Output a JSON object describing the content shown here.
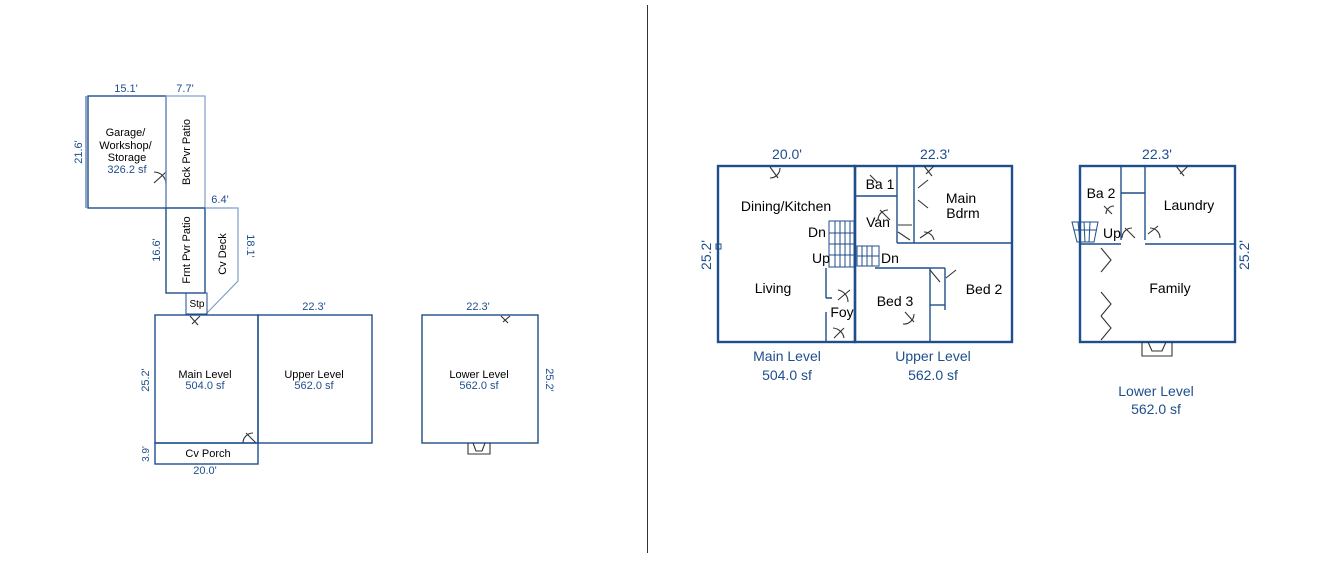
{
  "site_plan": {
    "garage_label": [
      "Garage/",
      "Workshop/",
      "Storage"
    ],
    "garage_area": "326.2 sf",
    "garage_width": "15.1'",
    "garage_depth": "21.6'",
    "bck_patio_label": "Bck Pvr Patio",
    "bck_patio_width": "7.7'",
    "frnt_patio_label": "Frnt Pvr Patio",
    "frnt_patio_depth": "16.6'",
    "cv_deck_label": "Cv Deck",
    "cv_deck_width": "6.4'",
    "cv_deck_depth": "18.1'",
    "stp_label": "Stp",
    "main_label": "Main Level",
    "main_area": "504.0 sf",
    "main_depth": "25.2'",
    "upper_label": "Upper Level",
    "upper_area": "562.0 sf",
    "upper_width": "22.3'",
    "cv_porch_label": "Cv Porch",
    "cv_porch_depth": "3.9'",
    "cv_porch_width": "20.0'",
    "lower_label": "Lower Level",
    "lower_area": "562.0 sf",
    "lower_width": "22.3'",
    "lower_depth": "25.2'"
  },
  "floor_plans": {
    "main": {
      "width": "20.0'",
      "depth": "25.2'",
      "title": "Main Level",
      "area": "504.0 sf",
      "rooms": {
        "dining": "Dining/Kitchen",
        "living": "Living",
        "foy": "Foy",
        "dn": "Dn",
        "up": "Up"
      }
    },
    "upper": {
      "width": "22.3'",
      "title": "Upper Level",
      "area": "562.0 sf",
      "rooms": {
        "ba1": "Ba 1",
        "van": "Van",
        "main_bdrm": [
          "Main",
          "Bdrm"
        ],
        "bed3": "Bed 3",
        "bed2": "Bed 2",
        "dn": "Dn"
      }
    },
    "lower": {
      "width": "22.3'",
      "depth": "25.2'",
      "title": "Lower Level",
      "area": "562.0 sf",
      "rooms": {
        "ba2": "Ba 2",
        "laundry": "Laundry",
        "family": "Family",
        "up": "Up"
      }
    }
  }
}
